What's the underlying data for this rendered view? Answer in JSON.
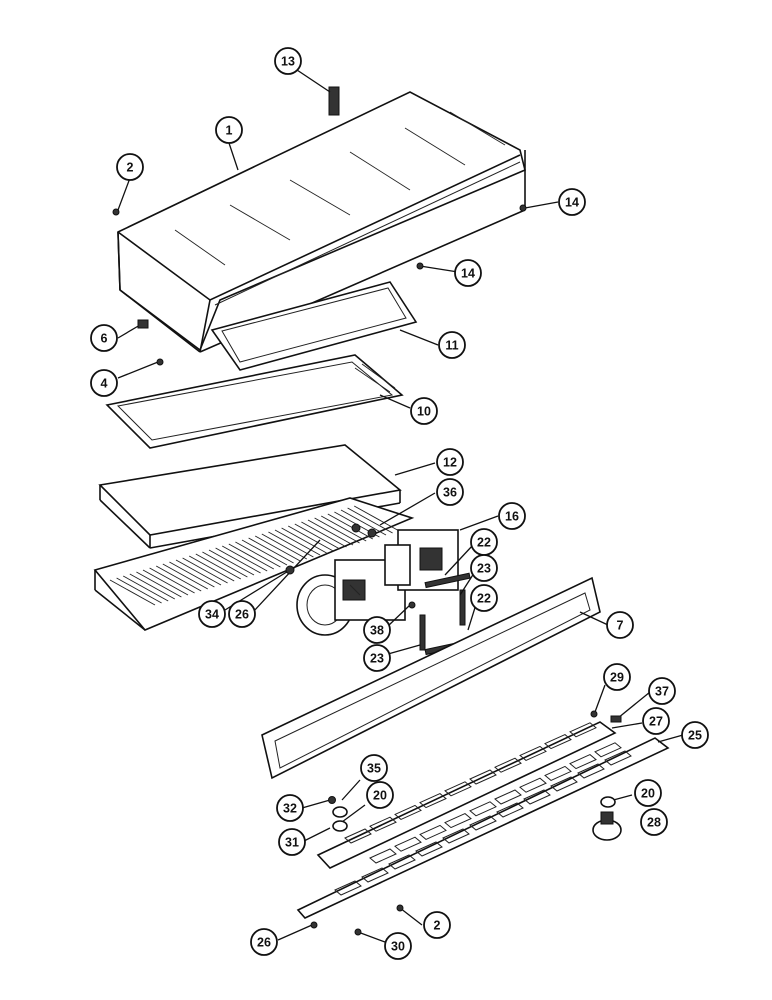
{
  "diagram": {
    "callouts": [
      {
        "id": "c13",
        "label": "13"
      },
      {
        "id": "c1",
        "label": "1"
      },
      {
        "id": "c2a",
        "label": "2"
      },
      {
        "id": "c14a",
        "label": "14"
      },
      {
        "id": "c14b",
        "label": "14"
      },
      {
        "id": "c6",
        "label": "6"
      },
      {
        "id": "c11",
        "label": "11"
      },
      {
        "id": "c4",
        "label": "4"
      },
      {
        "id": "c10",
        "label": "10"
      },
      {
        "id": "c12",
        "label": "12"
      },
      {
        "id": "c36",
        "label": "36"
      },
      {
        "id": "c16",
        "label": "16"
      },
      {
        "id": "c22a",
        "label": "22"
      },
      {
        "id": "c23a",
        "label": "23"
      },
      {
        "id": "c22b",
        "label": "22"
      },
      {
        "id": "c34",
        "label": "34"
      },
      {
        "id": "c26a",
        "label": "26"
      },
      {
        "id": "c38",
        "label": "38"
      },
      {
        "id": "c23b",
        "label": "23"
      },
      {
        "id": "c7",
        "label": "7"
      },
      {
        "id": "c29",
        "label": "29"
      },
      {
        "id": "c37",
        "label": "37"
      },
      {
        "id": "c27",
        "label": "27"
      },
      {
        "id": "c25",
        "label": "25"
      },
      {
        "id": "c35",
        "label": "35"
      },
      {
        "id": "c20a",
        "label": "20"
      },
      {
        "id": "c32",
        "label": "32"
      },
      {
        "id": "c31",
        "label": "31"
      },
      {
        "id": "c20b",
        "label": "20"
      },
      {
        "id": "c28",
        "label": "28"
      },
      {
        "id": "c2b",
        "label": "2"
      },
      {
        "id": "c26b",
        "label": "26"
      },
      {
        "id": "c30",
        "label": "30"
      }
    ]
  }
}
